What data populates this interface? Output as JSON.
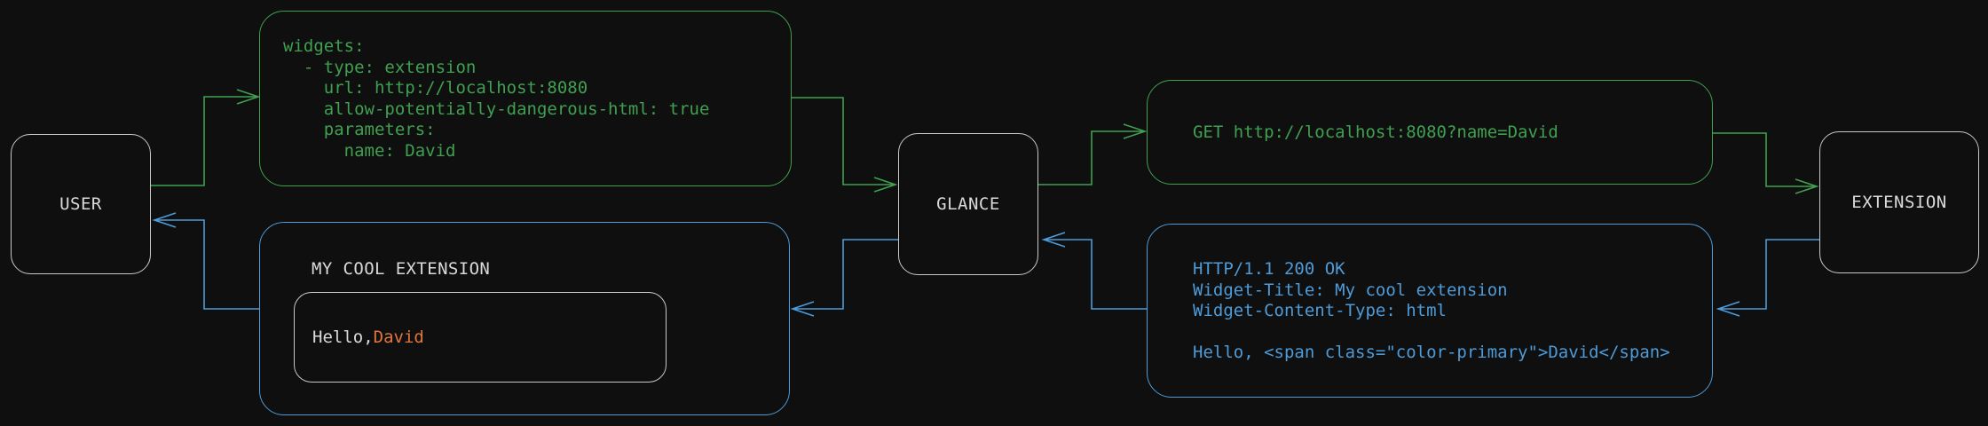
{
  "diagram": {
    "nodes": {
      "user": {
        "label": "USER"
      },
      "glance": {
        "label": "GLANCE"
      },
      "extension": {
        "label": "EXTENSION"
      }
    },
    "config_box": {
      "text": "widgets:\n  - type: extension\n    url: http://localhost:8080\n    allow-potentially-dangerous-html: true\n    parameters:\n      name: David"
    },
    "request_box": {
      "text": "GET http://localhost:8080?name=David"
    },
    "response_box": {
      "text": "HTTP/1.1 200 OK\nWidget-Title: My cool extension\nWidget-Content-Type: html\n\nHello, <span class=\"color-primary\">David</span>"
    },
    "widget_box": {
      "title": "MY COOL EXTENSION",
      "greeting_prefix": "Hello, ",
      "greeting_name": "David"
    },
    "colors": {
      "request_green": "#3fa050",
      "response_blue": "#4d9bd8",
      "accent_orange": "#e0763c",
      "node_border": "#c9c9c9",
      "node_text": "#dadada",
      "background": "#0f0f0f"
    }
  }
}
